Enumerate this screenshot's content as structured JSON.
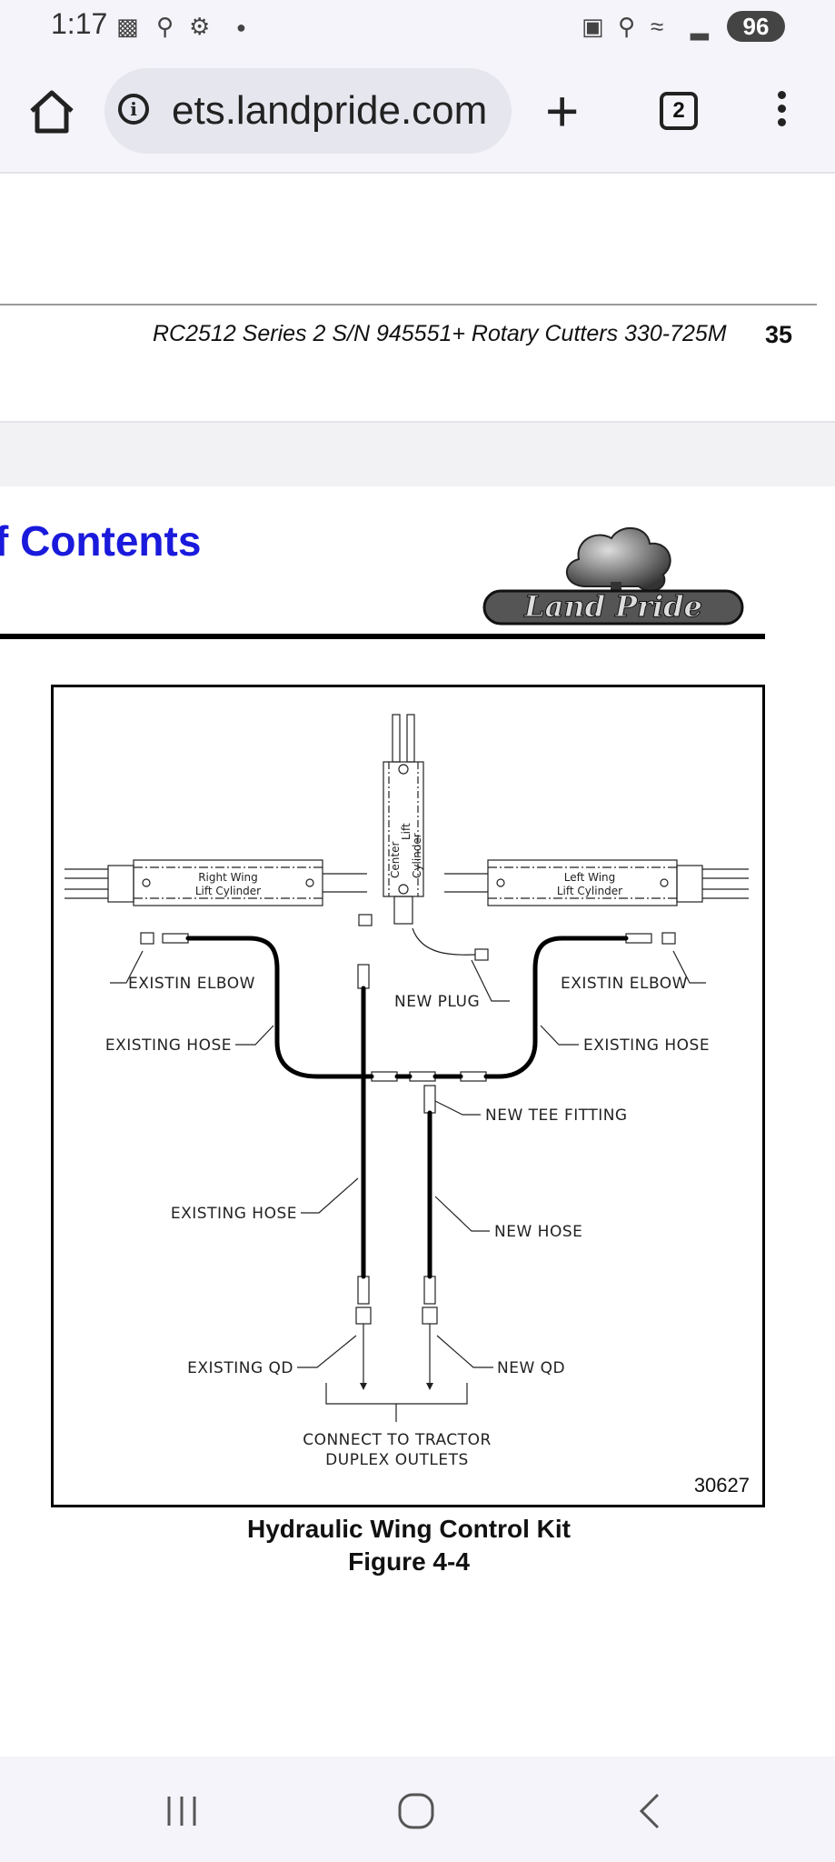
{
  "status_bar": {
    "time": "1:17",
    "battery": "96"
  },
  "browser": {
    "url": "ets.landpride.com",
    "tab_count": "2"
  },
  "page": {
    "header_title": "RC2512 Series 2 S/N 945551+ Rotary Cutters 330-725M",
    "page_number": "35",
    "toc_heading": "f Contents",
    "logo_text": "Land Pride"
  },
  "figure": {
    "labels": {
      "right_cyl_1": "Right Wing",
      "right_cyl_2": "Lift Cylinder",
      "left_cyl_1": "Left Wing",
      "left_cyl_2": "Lift Cylinder",
      "center_cyl_1": "Center",
      "center_cyl_2": "Lift",
      "center_cyl_3": "Cylinder",
      "elbow_left": "EXISTIN ELBOW",
      "elbow_right": "EXISTIN ELBOW",
      "new_plug": "NEW PLUG",
      "hose_left": "EXISTING HOSE",
      "hose_right": "EXISTING HOSE",
      "tee": "NEW TEE FITTING",
      "hose_lower": "EXISTING HOSE",
      "new_hose": "NEW HOSE",
      "existing_qd": "EXISTING QD",
      "new_qd": "NEW QD",
      "connect_1": "CONNECT TO TRACTOR",
      "connect_2": "DUPLEX OUTLETS"
    },
    "figure_number": "30627",
    "caption": "Hydraulic Wing Control Kit",
    "subcaption": "Figure 4-4"
  }
}
